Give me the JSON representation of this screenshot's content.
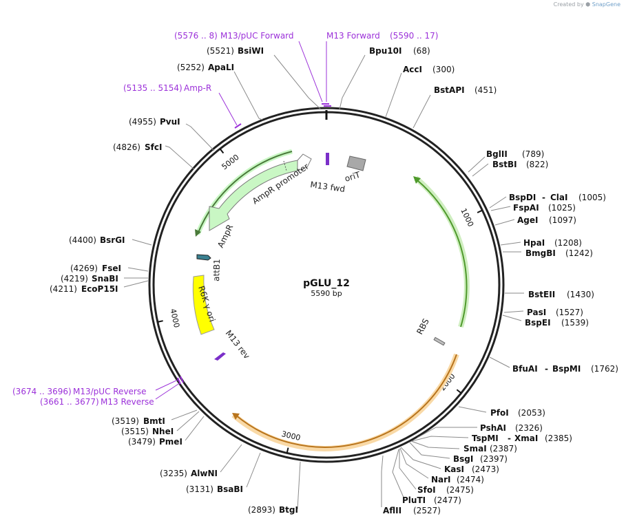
{
  "credit": {
    "prefix": "Created by",
    "brand": "SnapGene"
  },
  "plasmid": {
    "name": "pGLU_12",
    "length_label": "5590 bp",
    "length": 5590
  },
  "ticks": [
    {
      "pos": 1000,
      "label": "1000"
    },
    {
      "pos": 2000,
      "label": "2000"
    },
    {
      "pos": 3000,
      "label": "3000"
    },
    {
      "pos": 4000,
      "label": "4000"
    },
    {
      "pos": 5000,
      "label": "5000"
    }
  ],
  "sites": [
    {
      "enz": "BsiWI",
      "pos": "(5521)",
      "loc": 5521
    },
    {
      "enz": "Bpu10I",
      "pos": "(68)",
      "loc": 68
    },
    {
      "enz": "ApaLI",
      "pos": "(5252)",
      "loc": 5252
    },
    {
      "enz": "AccI",
      "pos": "(300)",
      "loc": 300
    },
    {
      "enz": "BstAPI",
      "pos": "(451)",
      "loc": 451
    },
    {
      "enz": "PvuI",
      "pos": "(4955)",
      "loc": 4955
    },
    {
      "enz": "SfcI",
      "pos": "(4826)",
      "loc": 4826
    },
    {
      "enz": "BglII",
      "pos": "(789)",
      "loc": 789
    },
    {
      "enz": "BstBI",
      "pos": "(822)",
      "loc": 822
    },
    {
      "enz": "BspDI",
      "enz2": "ClaI",
      "pos": "(1005)",
      "loc": 1005
    },
    {
      "enz": "FspAI",
      "pos": "(1025)",
      "loc": 1025
    },
    {
      "enz": "AgeI",
      "pos": "(1097)",
      "loc": 1097
    },
    {
      "enz": "BsrGI",
      "pos": "(4400)",
      "loc": 4400
    },
    {
      "enz": "HpaI",
      "pos": "(1208)",
      "loc": 1208
    },
    {
      "enz": "BmgBI",
      "pos": "(1242)",
      "loc": 1242
    },
    {
      "enz": "FseI",
      "pos": "(4269)",
      "loc": 4269
    },
    {
      "enz": "SnaBI",
      "pos": "(4219)",
      "loc": 4219
    },
    {
      "enz": "EcoP15I",
      "pos": "(4211)",
      "loc": 4211
    },
    {
      "enz": "BstEII",
      "pos": "(1430)",
      "loc": 1430
    },
    {
      "enz": "PasI",
      "pos": "(1527)",
      "loc": 1527
    },
    {
      "enz": "BspEI",
      "pos": "(1539)",
      "loc": 1539
    },
    {
      "enz": "BfuAI",
      "enz2": "BspMI",
      "pos": "(1762)",
      "loc": 1762
    },
    {
      "enz": "PfoI",
      "pos": "(2053)",
      "loc": 2053
    },
    {
      "enz": "BmtI",
      "pos": "(3519)",
      "loc": 3519
    },
    {
      "enz": "NheI",
      "pos": "(3515)",
      "loc": 3515
    },
    {
      "enz": "PmeI",
      "pos": "(3479)",
      "loc": 3479
    },
    {
      "enz": "PshAI",
      "pos": "(2326)",
      "loc": 2326
    },
    {
      "enz": "TspMI",
      "enz2": "XmaI",
      "pos": "(2385)",
      "loc": 2385
    },
    {
      "enz": "SmaI",
      "pos": "(2387)",
      "loc": 2387
    },
    {
      "enz": "BsgI",
      "pos": "(2397)",
      "loc": 2397
    },
    {
      "enz": "KasI",
      "pos": "(2473)",
      "loc": 2473
    },
    {
      "enz": "NarI",
      "pos": "(2474)",
      "loc": 2474
    },
    {
      "enz": "SfoI",
      "pos": "(2475)",
      "loc": 2475
    },
    {
      "enz": "PluTI",
      "pos": "(2477)",
      "loc": 2477
    },
    {
      "enz": "AflII",
      "pos": "(2527)",
      "loc": 2527
    },
    {
      "enz": "AlwNI",
      "pos": "(3235)",
      "loc": 3235
    },
    {
      "enz": "BsaBI",
      "pos": "(3131)",
      "loc": 3131
    },
    {
      "enz": "BtgI",
      "pos": "(2893)",
      "loc": 2893
    }
  ],
  "primers": [
    {
      "name": "M13/pUC Forward",
      "range": "(5576 .. 8)"
    },
    {
      "name": "M13 Forward",
      "range": "(5590 .. 17)"
    },
    {
      "name": "Amp-R",
      "range": "(5135 .. 5154)"
    },
    {
      "name": "M13/pUC Reverse",
      "range": "(3674 .. 3696)"
    },
    {
      "name": "M13 Reverse",
      "range": "(3661 .. 3677)"
    }
  ],
  "features": [
    {
      "name": "AmpR promoter"
    },
    {
      "name": "AmpR"
    },
    {
      "name": "M13 fwd"
    },
    {
      "name": "oriT"
    },
    {
      "name": "attB1"
    },
    {
      "name": "R6K γ ori"
    },
    {
      "name": "M13 rev"
    },
    {
      "name": "RBS"
    }
  ],
  "colors": {
    "ampr": "#c9f7c4",
    "ampr_outline": "#5d8f4a",
    "orf_green": "#4f9a2c",
    "orf_orange": "#d08a25",
    "orf_orange_glow": "#f9d9a6",
    "ori": "#ffff00",
    "attb": "#3a8090",
    "m13": "#7b2fc9",
    "orit": "#a8a8a8",
    "primer": "#9b30d9"
  }
}
